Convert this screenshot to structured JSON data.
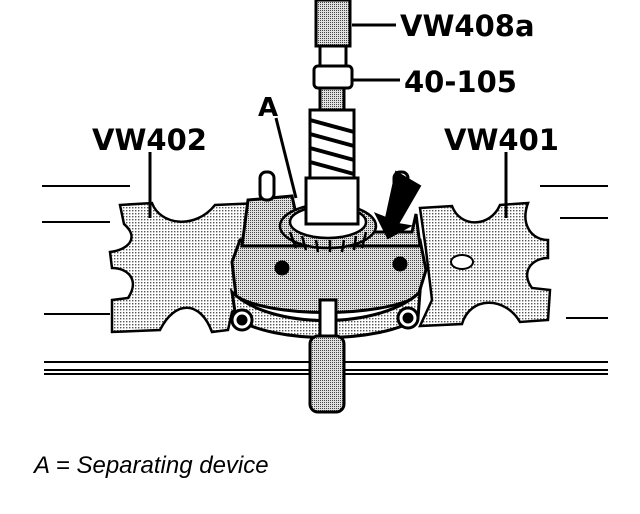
{
  "labels": {
    "vw408a": "VW408a",
    "p40_105": "40-105",
    "a": "A",
    "vw402": "VW402",
    "vw401": "VW401"
  },
  "caption": "A = Separating device",
  "colors": {
    "line": "#000000",
    "fill": "#c8c8c8",
    "background": "#ffffff"
  }
}
